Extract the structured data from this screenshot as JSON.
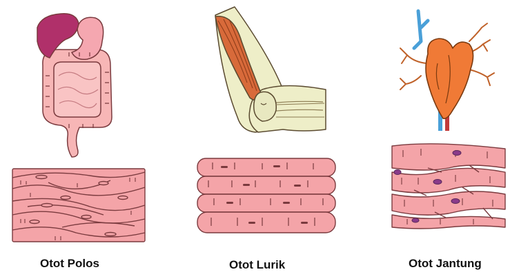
{
  "panels": [
    {
      "label": "Otot Polos",
      "organ": "digestive-tract"
    },
    {
      "label": "Otot Lurik",
      "organ": "arm"
    },
    {
      "label": "Otot Jantung",
      "organ": "heart"
    }
  ],
  "colors": {
    "muscle_pink": "#f4a4a8",
    "muscle_outline": "#7a3a3e",
    "nucleus": "#8a3a8a",
    "liver": "#b0306a",
    "intestine": "#f7b6b6",
    "biceps": "#d86a3a",
    "bone": "#eeeec8",
    "heart": "#f07a36",
    "vein": "#4aa0d8"
  }
}
